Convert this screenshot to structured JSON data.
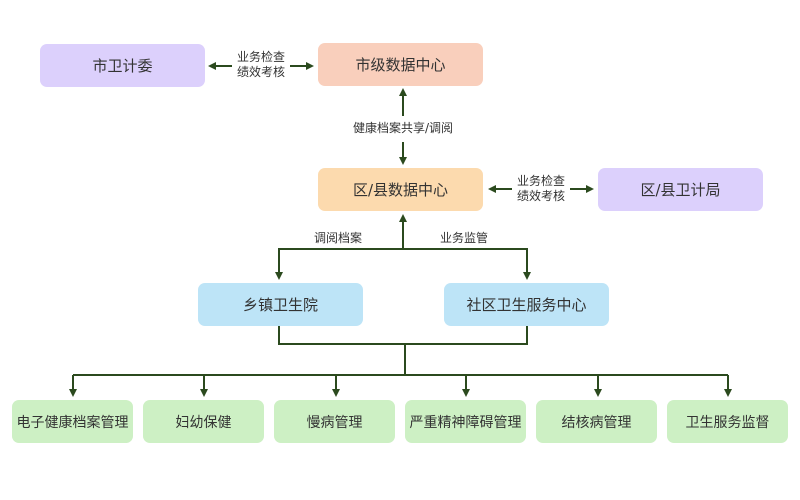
{
  "nodes": {
    "city_health_commission": "市卫计委",
    "city_data_center": "市级数据中心",
    "district_data_center": "区/县数据中心",
    "district_health_bureau": "区/县卫计局",
    "township_hospital": "乡镇卫生院",
    "community_health_center": "社区卫生服务中心"
  },
  "services": [
    "电子健康档案管理",
    "妇幼保健",
    "慢病管理",
    "严重精神障碍管理",
    "结核病管理",
    "卫生服务监督"
  ],
  "edge_labels": {
    "city_inspect_line1": "业务检查",
    "city_inspect_line2": "绩效考核",
    "share": "健康档案共享/调阅",
    "district_inspect_line1": "业务检查",
    "district_inspect_line2": "绩效考核",
    "retrieve_records": "调阅档案",
    "supervision": "业务监管"
  },
  "colors": {
    "line": "#2b4a1e",
    "commission": "#dcd0fc",
    "city_center": "#f9cfbc",
    "district_center": "#fcdaae",
    "primary_care": "#bde4f7",
    "services": "#cdf0c4"
  }
}
